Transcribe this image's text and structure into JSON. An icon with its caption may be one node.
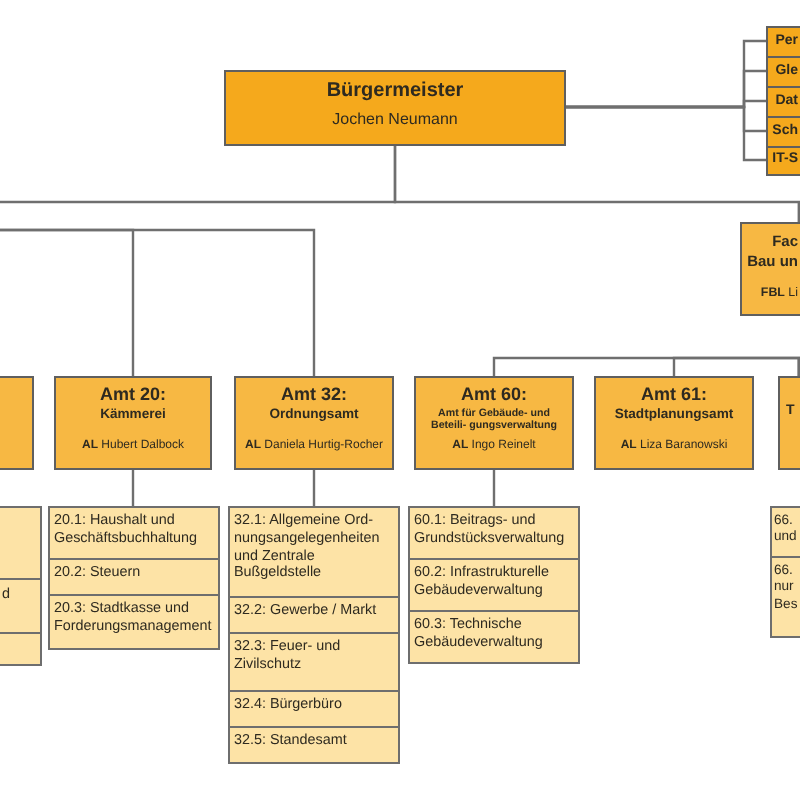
{
  "diagram": {
    "nodes": [
      {
        "text": [
          "Bürgermeister",
          "Jochen Neumann"
        ]
      },
      {
        "text": [
          "Per"
        ]
      },
      {
        "text": [
          "Gle"
        ]
      },
      {
        "text": [
          "Dat"
        ]
      },
      {
        "text": [
          "Sch"
        ]
      },
      {
        "text": [
          "IT-S"
        ]
      },
      {
        "text": [
          "Fac",
          "Bau un",
          "**FBL** Li"
        ]
      },
      {
        "text": [],
        "shape": "box"
      },
      {
        "text": [
          "Amt 20:",
          "Kämmerei",
          "**AL** Hubert Dalbock"
        ]
      },
      {
        "text": [
          "Amt 32:",
          "Ordnungsamt",
          "**AL** Daniela Hurtig-Rocher"
        ]
      },
      {
        "text": [
          "Amt 60:",
          "Amt für Gebäude- und Beteili- gungsverwaltung",
          "**AL** Ingo Reinelt"
        ]
      },
      {
        "text": [
          "Amt 61:",
          "Stadtplanungsamt",
          "**AL** Liza Baranowski"
        ]
      },
      {
        "text": [
          "T"
        ]
      },
      {
        "text": [],
        "shape": "box"
      },
      {
        "text": [
          "d"
        ]
      },
      {
        "text": [],
        "shape": "box"
      },
      {
        "text": [
          "20.1: Haushalt und Geschäftsbuchhaltung"
        ]
      },
      {
        "text": [
          "20.2: Steuern"
        ]
      },
      {
        "text": [
          "20.3: Stadtkasse und Forderungsmanagement"
        ]
      },
      {
        "text": [
          "32.1: Allgemeine Ord- nungsangelegenheiten und Zentrale Bußgeldstelle"
        ]
      },
      {
        "text": [
          "32.2: Gewerbe / Markt"
        ]
      },
      {
        "text": [
          "32.3: Feuer- und Zivilschutz"
        ]
      },
      {
        "text": [
          "32.4: Bürgerbüro"
        ]
      },
      {
        "text": [
          "32.5: Standesamt"
        ]
      },
      {
        "text": [
          "60.1: Beitrags- und Grundstücksverwaltung"
        ]
      },
      {
        "text": [
          "60.2: Infrastrukturelle Gebäudeverwaltung"
        ]
      },
      {
        "text": [
          "60.3: Technische Gebäudeverwaltung"
        ]
      },
      {
        "text": [
          "66. und"
        ]
      },
      {
        "text": [
          "66. nur Bes"
        ]
      }
    ],
    "edges": [
      {
        "from": 0,
        "to": 1,
        "arrow": "none"
      },
      {
        "from": 0,
        "to": 2,
        "arrow": "none"
      },
      {
        "from": 0,
        "to": 3,
        "arrow": "none"
      },
      {
        "from": 0,
        "to": 4,
        "arrow": "none"
      },
      {
        "from": 0,
        "to": 5,
        "arrow": "none"
      },
      {
        "from": 0,
        "to": null,
        "arrow": "none"
      },
      {
        "from": 0,
        "to": 6,
        "arrow": "none"
      },
      {
        "from": null,
        "to": 8,
        "arrow": "none"
      },
      {
        "from": null,
        "to": 9,
        "arrow": "none"
      },
      {
        "from": 12,
        "to": 10,
        "arrow": "none"
      },
      {
        "from": 12,
        "to": 11,
        "arrow": "none"
      },
      {
        "from": 8,
        "to": 16,
        "arrow": "none"
      },
      {
        "from": 9,
        "to": 19,
        "arrow": "none"
      },
      {
        "from": 10,
        "to": 24,
        "arrow": "none"
      }
    ]
  }
}
